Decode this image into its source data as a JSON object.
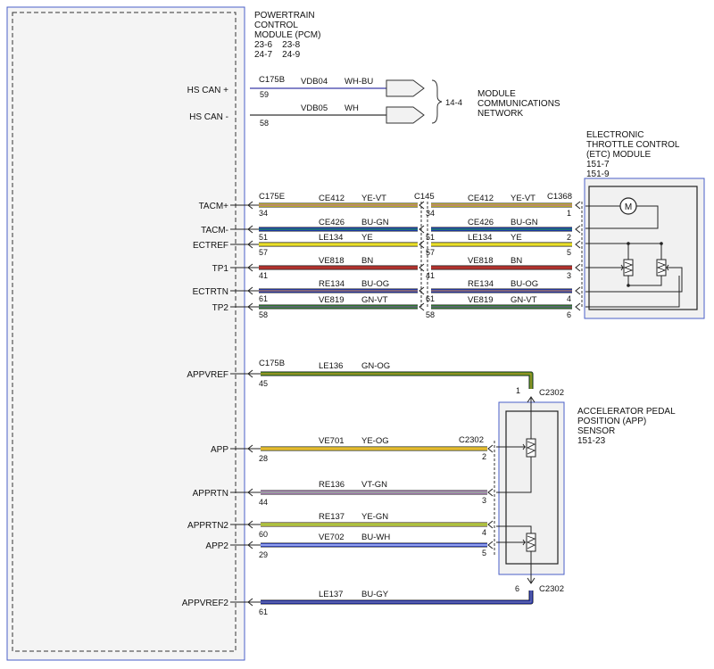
{
  "pcm": {
    "title_lines": [
      "POWERTRAIN",
      "CONTROL",
      "MODULE (PCM)",
      "23-6    23-8",
      "24-7    24-9"
    ]
  },
  "can": {
    "connector": "C175B",
    "ref": "14-4",
    "network_lines": [
      "MODULE",
      "COMMUNICATIONS",
      "NETWORK"
    ],
    "wires": [
      {
        "signal": "HS CAN +",
        "pin": "59",
        "circuit": "VDB04",
        "color_code": "WH-BU",
        "stroke": "#3a3aa8"
      },
      {
        "signal": "HS CAN -",
        "pin": "58",
        "circuit": "VDB05",
        "color_code": "WH",
        "stroke": "#333333"
      }
    ]
  },
  "etc": {
    "title_lines": [
      "ELECTRONIC",
      "THROTTLE CONTROL",
      "(ETC) MODULE",
      "151-7",
      "151-9"
    ],
    "pcm_connector": "C175E",
    "inline_connector": "C145",
    "module_connector": "C1368",
    "motor_label": "M",
    "wires": [
      {
        "signal": "TACM+",
        "pcm_pin": "34",
        "inline_pin": "34",
        "circuit": "CE412",
        "color_code": "YE-VT",
        "module_pin": "1",
        "color": "#e8d62a",
        "stripe": "#8a3fb0"
      },
      {
        "signal": "TACM-",
        "pcm_pin": "51",
        "inline_pin": "51",
        "circuit": "CE426",
        "color_code": "BU-GN",
        "module_pin": "2",
        "color": "#1f3fcf",
        "stripe": "#1f9a2a"
      },
      {
        "signal": "ECTREF",
        "pcm_pin": "57",
        "inline_pin": "57",
        "circuit": "LE134",
        "color_code": "YE",
        "module_pin": "5",
        "color": "#eadf2a",
        "stripe": ""
      },
      {
        "signal": "TP1",
        "pcm_pin": "41",
        "inline_pin": "41",
        "circuit": "VE818",
        "color_code": "BN",
        "module_pin": "3",
        "color": "#b3332e",
        "stripe": ""
      },
      {
        "signal": "ECTRTN",
        "pcm_pin": "61",
        "inline_pin": "61",
        "circuit": "RE134",
        "color_code": "BU-OG",
        "module_pin": "4",
        "color": "#2840c8",
        "stripe": "#d9892a"
      },
      {
        "signal": "TP2",
        "pcm_pin": "58",
        "inline_pin": "58",
        "circuit": "VE819",
        "color_code": "GN-VT",
        "module_pin": "6",
        "color": "#2e8f2e",
        "stripe": "#8a3fb0"
      }
    ]
  },
  "app": {
    "title_lines": [
      "ACCELERATOR PEDAL",
      "POSITION (APP)",
      "SENSOR",
      "151-23"
    ],
    "pcm_connector": "C175B",
    "sensor_connector": "C2302",
    "wires": [
      {
        "signal": "APPVREF",
        "pcm_pin": "45",
        "circuit": "LE136",
        "color_code": "GN-OG",
        "sensor_pin": "1",
        "color": "#4a8f1f",
        "stripe": "#d9952a"
      },
      {
        "signal": "APP",
        "pcm_pin": "28",
        "circuit": "VE701",
        "color_code": "YE-OG",
        "sensor_pin": "2",
        "color": "#eed230",
        "stripe": "#e0a030"
      },
      {
        "signal": "APPRTN",
        "pcm_pin": "44",
        "circuit": "RE136",
        "color_code": "VT-GN",
        "sensor_pin": "3",
        "color": "#c58bd1",
        "stripe": "#6fb06f"
      },
      {
        "signal": "APPRTN2",
        "pcm_pin": "60",
        "circuit": "RE137",
        "color_code": "YE-GN",
        "sensor_pin": "4",
        "color": "#e6e04a",
        "stripe": "#6aa83a"
      },
      {
        "signal": "APP2",
        "pcm_pin": "29",
        "circuit": "VE702",
        "color_code": "BU-WH",
        "sensor_pin": "5",
        "color": "#3a52e0",
        "stripe": "#e8ecff"
      },
      {
        "signal": "APPVREF2",
        "pcm_pin": "61",
        "circuit": "LE137",
        "color_code": "BU-GY",
        "sensor_pin": "6",
        "color": "#2233bb",
        "stripe": "#8a8aa0"
      }
    ]
  },
  "colors": {
    "module_outline": "#4a5fc8",
    "pcm_fill": "#f4f4f4",
    "etc_fill": "#f1f1f1"
  }
}
